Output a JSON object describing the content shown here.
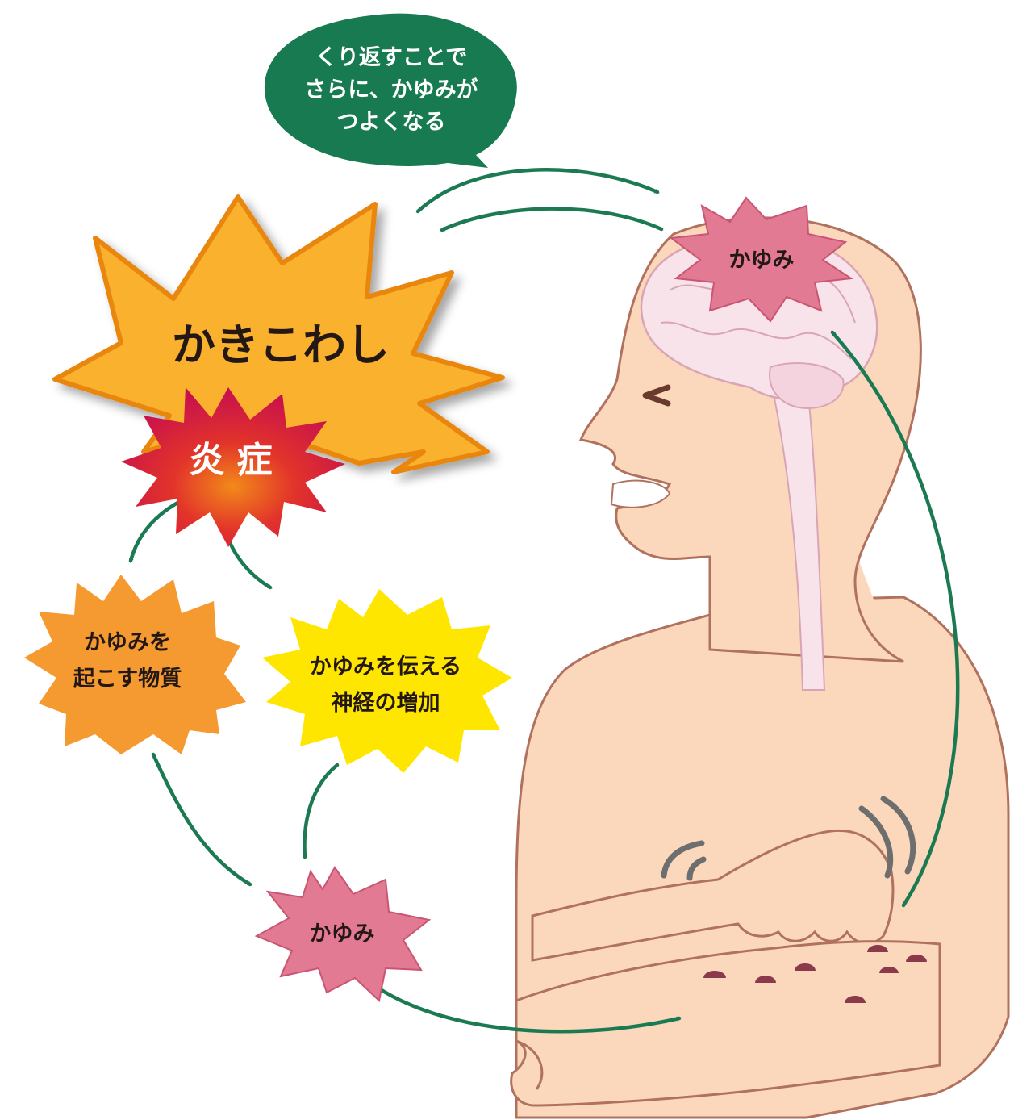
{
  "speech_bubble": {
    "lines": [
      "くり返すことで",
      "さらに、かゆみが",
      "つよくなる"
    ]
  },
  "scratch_burst": {
    "label": "かきこわし"
  },
  "inflammation_burst": {
    "label": "炎 症"
  },
  "substance_burst": {
    "lines": [
      "かゆみを",
      "起こす物質"
    ]
  },
  "nerve_burst": {
    "lines": [
      "かゆみを伝える",
      "神経の増加"
    ]
  },
  "itch_lower": {
    "label": "かゆみ"
  },
  "itch_brain": {
    "label": "かゆみ"
  },
  "colors": {
    "arrow": "#1c7a52",
    "bubble": "#177a50",
    "scratch_fill": "#f9b12d",
    "scratch_edge": "#e8860f",
    "itch_pink": "#e37a93",
    "substance_orange": "#f59a31",
    "nerve_yellow": "#ffe600",
    "skin": "#fbd8bb",
    "skin_outline": "#b0725f",
    "brain": "#f8e3ea"
  }
}
